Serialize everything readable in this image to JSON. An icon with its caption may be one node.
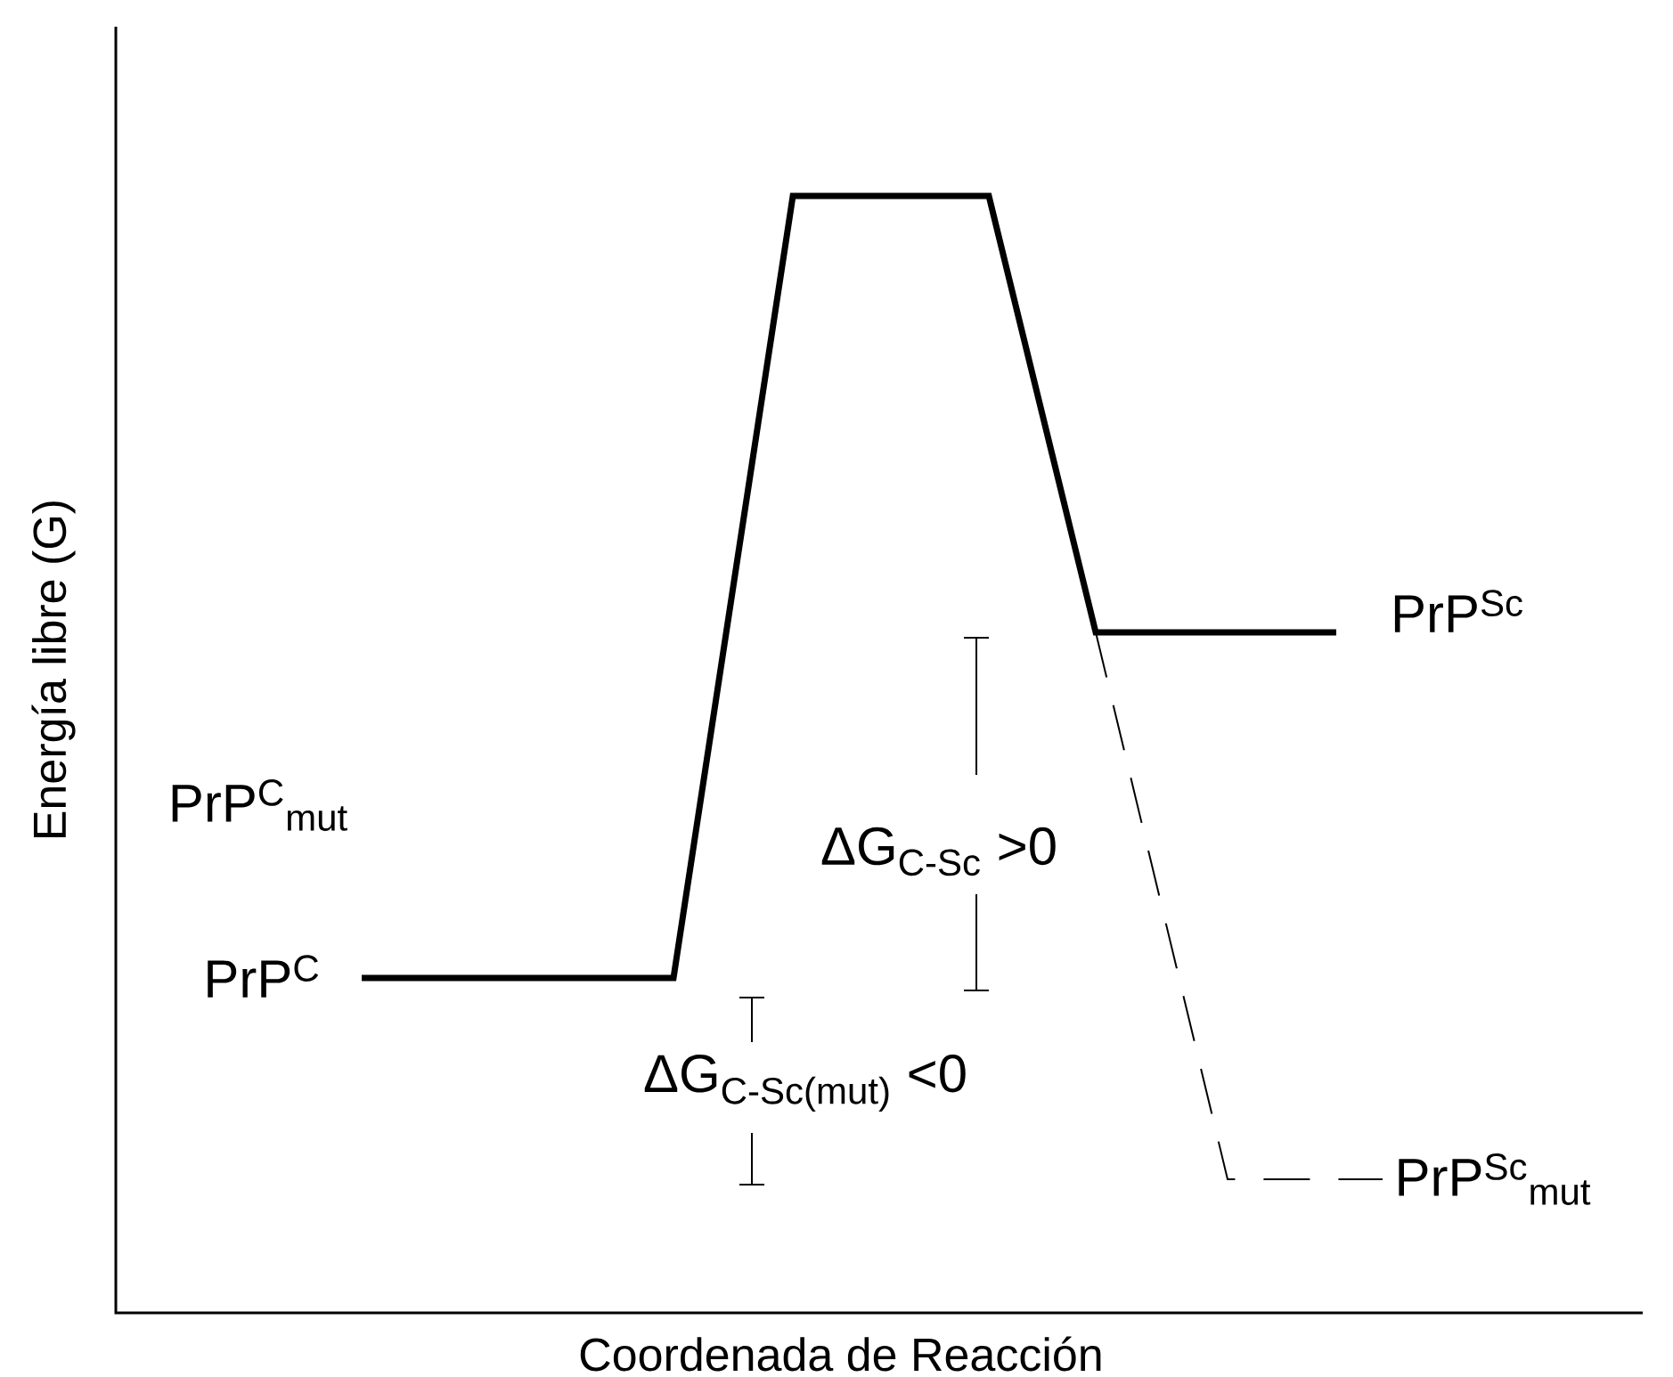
{
  "diagram": {
    "labels": [
      "Energía libre (G)",
      "PrP$^{Sc}$",
      "PrP$^{C}$$_{mut}$",
      "ΔG$_{C-Sc}$ >0",
      "PrP$^{C}$",
      "ΔG$_{C-Sc(mut)}$ <0",
      "PrP$^{Sc}$$_{mut}$",
      "Coordenada de Reacción"
    ]
  }
}
